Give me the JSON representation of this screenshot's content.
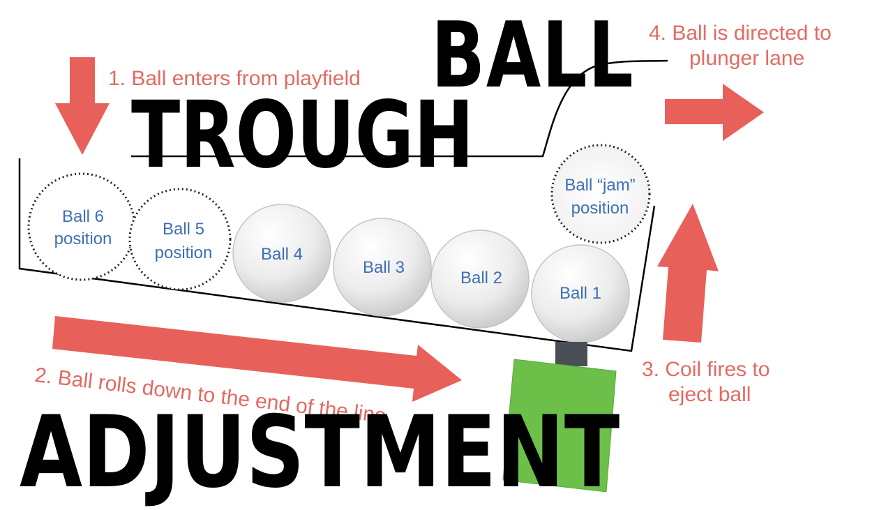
{
  "title": {
    "line1": "BALL",
    "line2": "TROUGH",
    "line3": "ADJUSTMENT"
  },
  "steps": {
    "step1": "1. Ball enters from playfield",
    "step2": "2. Ball rolls down to the end of the line",
    "step3_line1": "3. Coil fires to",
    "step3_line2": "eject ball",
    "step4_line1": "4. Ball is directed to",
    "step4_line2": "plunger lane"
  },
  "positions": {
    "ball6_line1": "Ball 6",
    "ball6_line2": "position",
    "ball5_line1": "Ball 5",
    "ball5_line2": "position",
    "jam_line1": "Ball “jam”",
    "jam_line2": "position"
  },
  "balls": [
    "Ball 4",
    "Ball 3",
    "Ball 2",
    "Ball 1"
  ],
  "colors": {
    "arrow": "#e8605a",
    "step_text": "#e36a62",
    "ball_text": "#3d6fb4",
    "coil": "#6cc04a",
    "plunger": "#4a4f57",
    "headline": "#000000"
  }
}
